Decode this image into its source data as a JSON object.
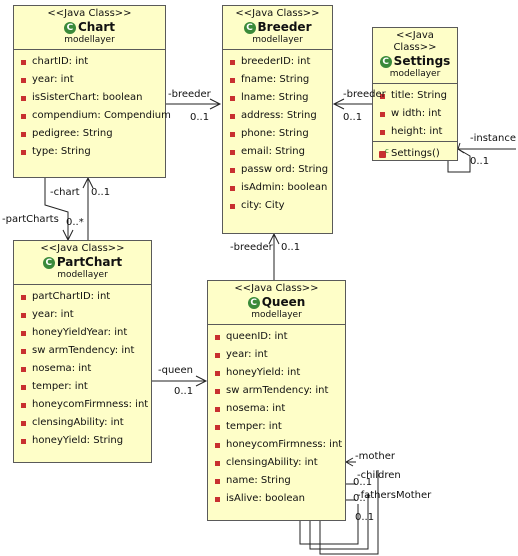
{
  "stereotype": "<<Java Class>>",
  "package": "modellayer",
  "classes": {
    "chart": {
      "name": "Chart",
      "attrs": [
        "chartID: int",
        "year: int",
        "isSisterChart: boolean",
        "compendium: Compendium",
        "pedigree: String",
        "type: String"
      ]
    },
    "breeder": {
      "name": "Breeder",
      "attrs": [
        "breederID: int",
        "fname: String",
        "lname: String",
        "address: String",
        "phone: String",
        "email: String",
        "passw ord: String",
        "isAdmin: boolean",
        "city: City"
      ]
    },
    "settings": {
      "name": "Settings",
      "attrs": [
        "title: String",
        "w idth: int",
        "height: int"
      ],
      "ops": [
        "Settings()"
      ]
    },
    "partchart": {
      "name": "PartChart",
      "attrs": [
        "partChartID: int",
        "year: int",
        "honeyYieldYear: int",
        "sw armTendency: int",
        "nosema: int",
        "temper: int",
        "honeycomFirmness: int",
        "clensingAbility: int",
        "honeyYield: String"
      ]
    },
    "queen": {
      "name": "Queen",
      "attrs": [
        "queenID: int",
        "year: int",
        "honeyYield: int",
        "sw armTendency: int",
        "nosema: int",
        "temper: int",
        "honeycomFirmness: int",
        "clensingAbility: int",
        "name: String",
        "isAlive: boolean"
      ]
    }
  },
  "labels": {
    "chart_breeder_role": "-breeder",
    "chart_breeder_mult": "0..1",
    "settings_breeder_role": "-breeder",
    "settings_breeder_mult": "0..1",
    "settings_instance_role": "-instance",
    "settings_instance_mult": "0..1",
    "chart_role": "-chart",
    "chart_mult": "0..1",
    "partcharts_role": "-partCharts",
    "partcharts_mult": "0..*",
    "queen_breeder_role": "-breeder",
    "queen_breeder_mult": "0..1",
    "partchart_queen_role": "-queen",
    "partchart_queen_mult": "0..1",
    "mother_role": "-mother",
    "children_role": "-children",
    "fathersmother_role": "-fathersMother",
    "self_mult_a": "0..1",
    "self_mult_b": "0..*",
    "self_mult_c": "0..1"
  }
}
